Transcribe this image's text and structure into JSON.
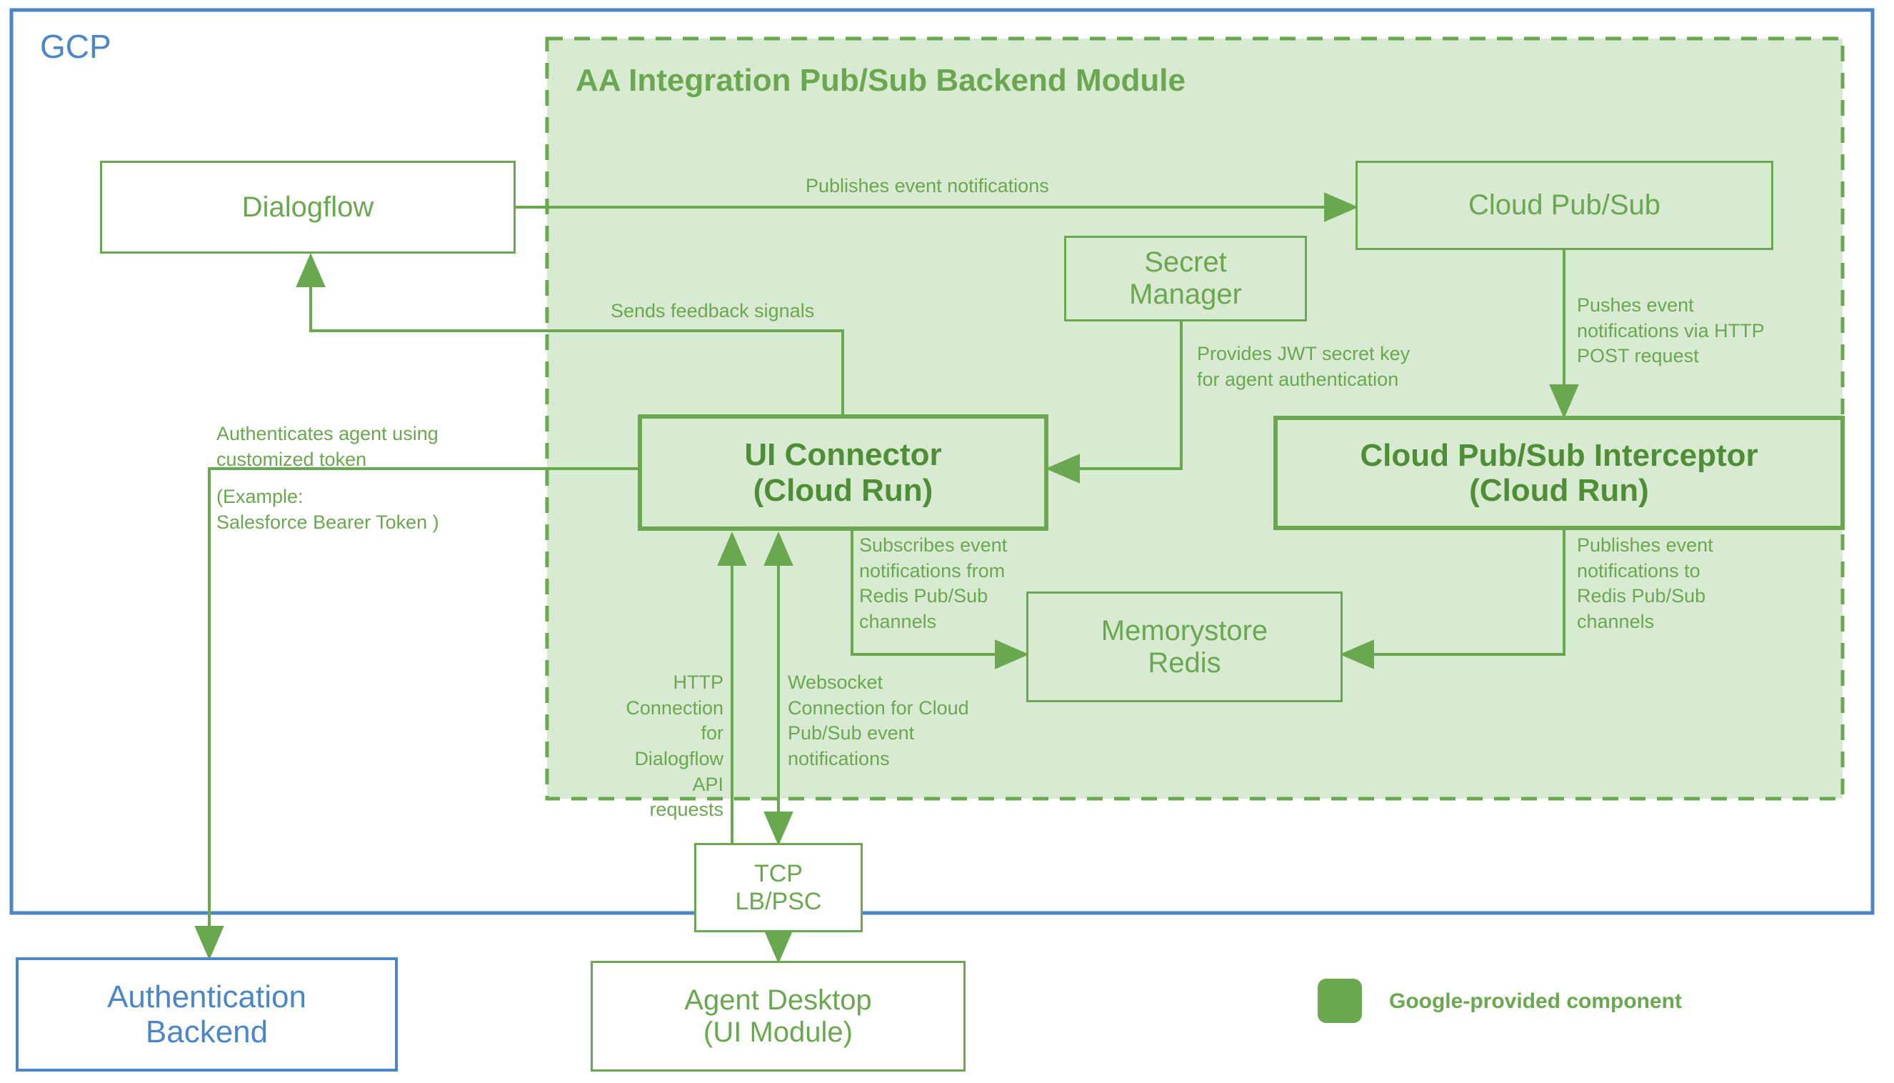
{
  "colors": {
    "green": "#6aa84f",
    "green_dark": "#4e8f36",
    "green_fill": "#d9ead3",
    "blue": "#4a86c8",
    "white": "#ffffff"
  },
  "gcp": {
    "title": "GCP"
  },
  "module": {
    "title": "AA Integration Pub/Sub Backend Module"
  },
  "nodes": {
    "dialogflow": "Dialogflow",
    "cloud_pubsub": "Cloud Pub/Sub",
    "secret_manager": "Secret\nManager",
    "ui_connector": "UI Connector\n(Cloud Run)",
    "interceptor": "Cloud Pub/Sub Interceptor\n(Cloud Run)",
    "memorystore": "Memorystore\nRedis",
    "tcp_lb": "TCP\nLB/PSC",
    "agent_desktop": "Agent Desktop\n(UI Module)",
    "auth_backend": "Authentication\nBackend"
  },
  "edge_labels": {
    "publishes_event_notifications": "Publishes event notifications",
    "sends_feedback_signals": "Sends feedback signals",
    "provides_jwt": "Provides JWT secret key\nfor agent authentication",
    "pushes_event_http": "Pushes event\nnotifications via HTTP\nPOST request",
    "publishes_to_redis": "Publishes event\nnotifications to\nRedis Pub/Sub\nchannels",
    "subscribes_from_redis": "Subscribes event\nnotifications from\nRedis Pub/Sub\nchannels",
    "authenticates_agent": "Authenticates agent using\ncustomized token",
    "authenticates_example": "(Example:\nSalesforce Bearer Token )",
    "http_connection": "HTTP\nConnection for\nDialogflow API\nrequests",
    "websocket_connection": "Websocket\nConnection for Cloud\nPub/Sub event\nnotifications"
  },
  "legend": {
    "label": "Google-provided component"
  }
}
